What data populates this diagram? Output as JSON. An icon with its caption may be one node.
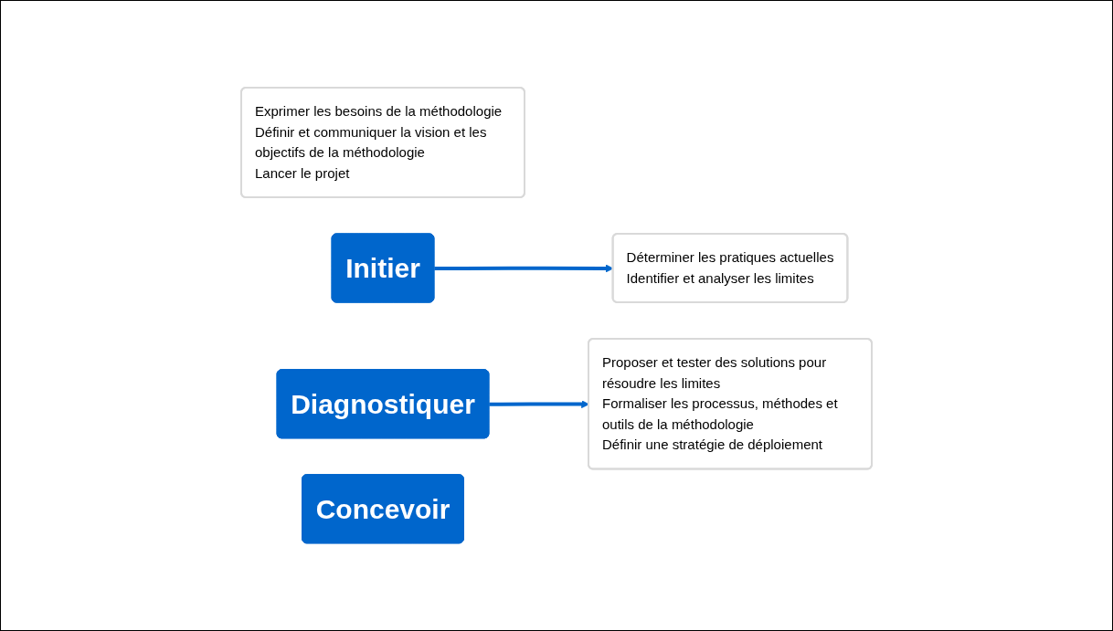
{
  "diagram": {
    "nodes": [
      {
        "text": [
          "Exprimer les besoins de la méthodologie",
          "Définir et communiquer la vision et les objectifs de la méthodologie",
          "Lancer le projet"
        ]
      },
      {
        "text": [
          "Initier"
        ]
      },
      {
        "text": [
          "Diagnostiquer"
        ]
      },
      {
        "text": [
          "Déterminer les pratiques actuelles",
          "Identifier et analyser les limites"
        ]
      },
      {
        "text": [
          "Proposer et tester des solutions pour résoudre les limites",
          "Formaliser les processus, méthodes et outils de la méthodologie",
          "Définir une stratégie de déploiement"
        ]
      },
      {
        "text": [
          "Concevoir"
        ]
      }
    ],
    "edges": [
      {
        "from": 1,
        "to": 3,
        "arrow": "to"
      },
      {
        "from": 2,
        "to": 4,
        "arrow": "to"
      }
    ]
  }
}
